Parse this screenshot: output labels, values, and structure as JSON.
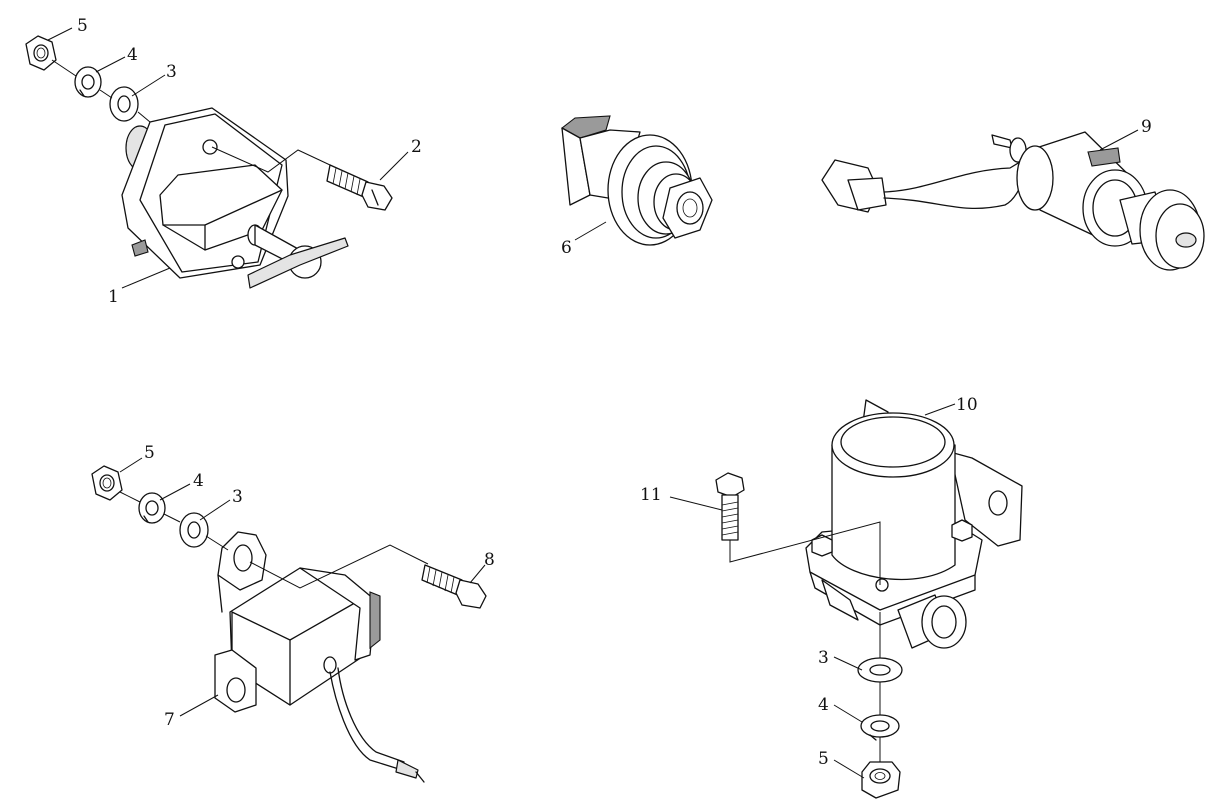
{
  "callouts": {
    "c1": "1",
    "c2": "2",
    "c3a": "3",
    "c4a": "4",
    "c5a": "5",
    "c6": "6",
    "c9": "9",
    "c5b": "5",
    "c4b": "4",
    "c3b": "3",
    "c8": "8",
    "c7": "7",
    "c10": "10",
    "c11": "11",
    "c3c": "3",
    "c4c": "4",
    "c5c": "5"
  }
}
